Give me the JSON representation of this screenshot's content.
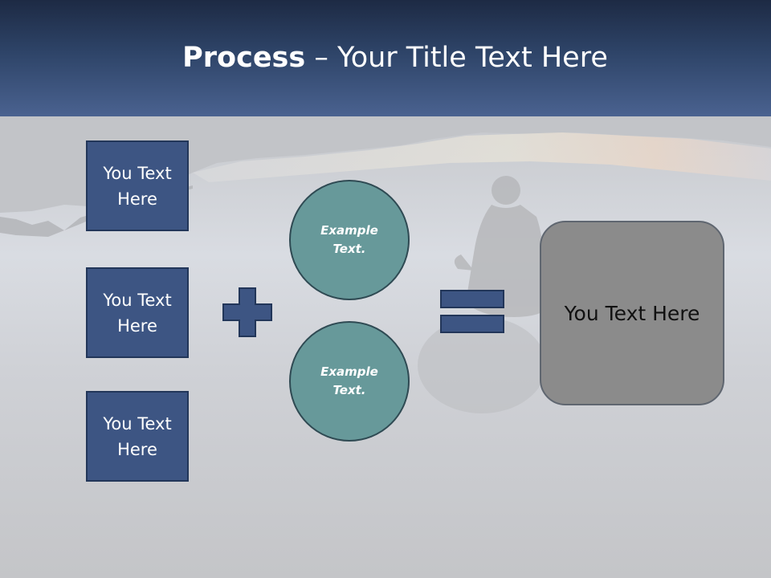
{
  "slide": {
    "title_bold": "Process",
    "title_rest": " – Your Title Text Here",
    "boxes": [
      "You Text Here",
      "You Text Here",
      "You Text Here"
    ],
    "circles": [
      "Example Text.",
      "Example Text."
    ],
    "result": "You Text Here"
  },
  "colors": {
    "header": "#2e4468",
    "box": "#3d5583",
    "circle": "#67999a",
    "result": "#8b8b8b",
    "operator": "#3d5583"
  },
  "icons": [
    "plus-icon",
    "equals-icon"
  ]
}
